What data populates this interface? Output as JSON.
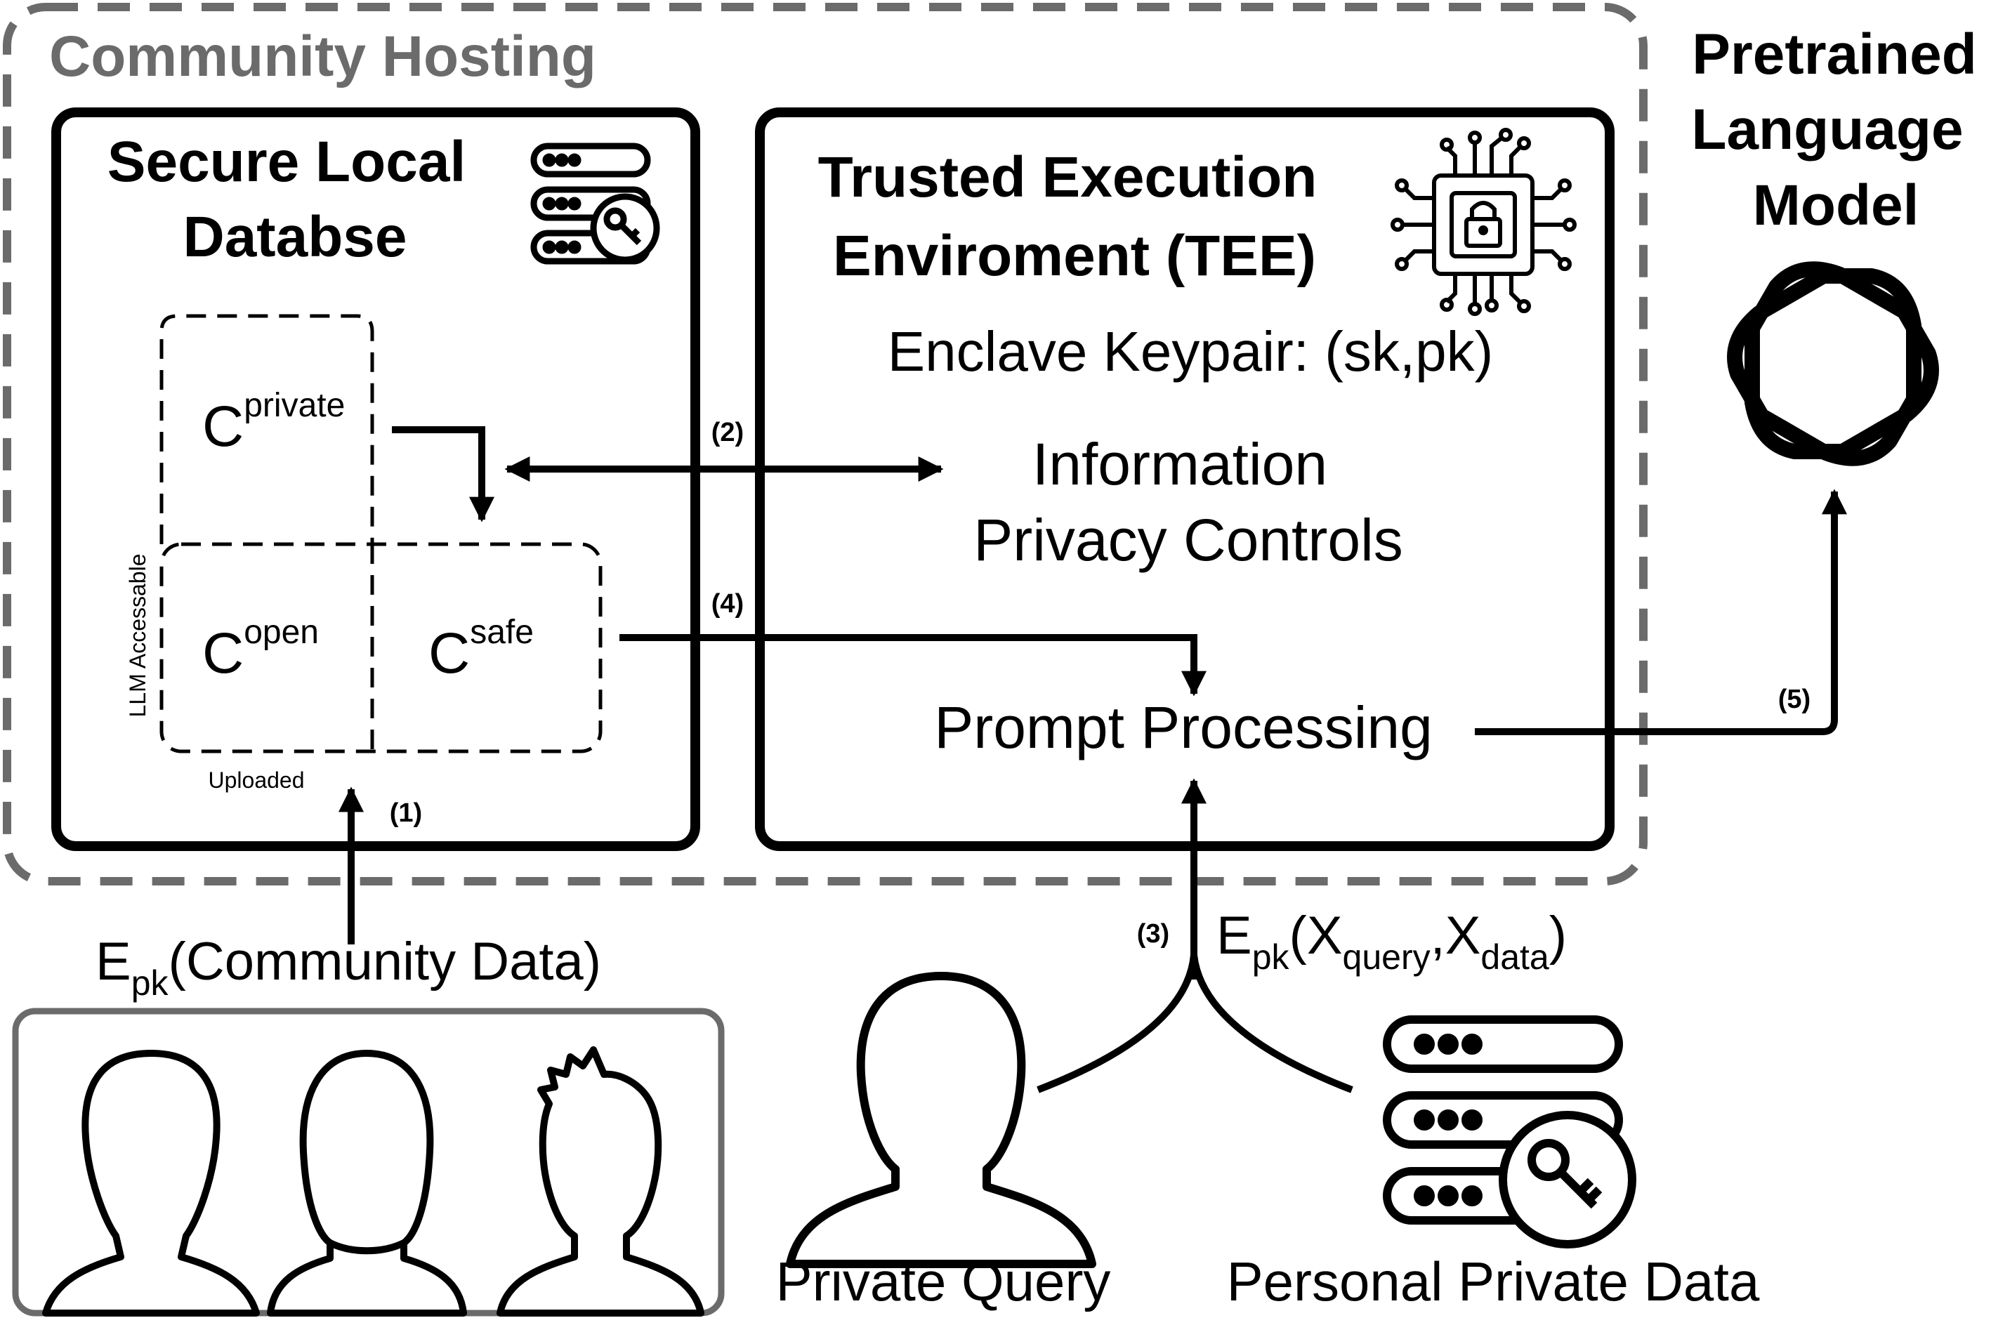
{
  "community_hosting": {
    "label": "Community Hosting"
  },
  "secure_db": {
    "title_line1": "Secure Local",
    "title_line2": "Databse",
    "icon": "database-key-icon",
    "c_private": {
      "base": "C",
      "sup": "private"
    },
    "c_open": {
      "base": "C",
      "sup": "open"
    },
    "c_safe": {
      "base": "C",
      "sup": "safe"
    },
    "llm_accessable_label": "LLM Accessable",
    "uploaded_label": "Uploaded"
  },
  "tee": {
    "title_line1": "Trusted Execution",
    "title_line2": "Enviroment (TEE)",
    "icon": "chip-lock-icon",
    "keypair": "Enclave Keypair: (sk,pk)",
    "privacy_line1": "Information",
    "privacy_line2": "Privacy Controls",
    "prompt_processing": "Prompt Processing"
  },
  "plm": {
    "line1": "Pretrained",
    "line2": "Language",
    "line3": "Model",
    "icon": "openai-logo-icon"
  },
  "steps": {
    "s1": "(1)",
    "s2": "(2)",
    "s3": "(3)",
    "s4": "(4)",
    "s5": "(5)"
  },
  "community_data": {
    "e": "E",
    "pk": "pk",
    "rest": "(Community Data)"
  },
  "user_payload": {
    "e": "E",
    "pk": "pk",
    "open": "(X",
    "query": "query",
    "comma": ",X",
    "data": "data",
    "close": ")"
  },
  "community_users_icon": "community-users-icon",
  "private_query": {
    "label": "Private Query",
    "icon": "user-icon"
  },
  "personal_data": {
    "label": "Personal Private Data",
    "icon": "database-key-icon"
  }
}
